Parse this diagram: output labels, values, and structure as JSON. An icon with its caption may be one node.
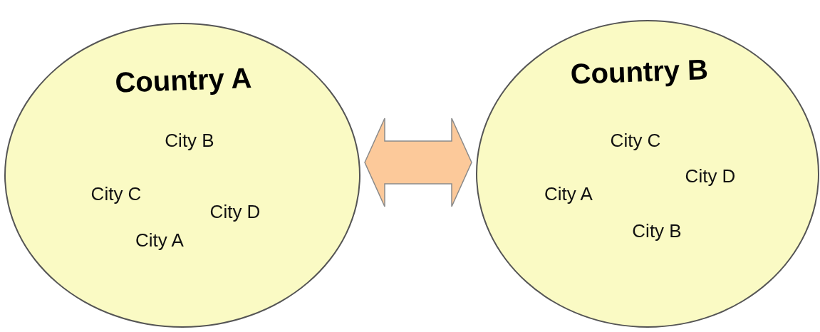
{
  "diagram": {
    "nodes": [
      {
        "text": [
          "Country A",
          "City B",
          "City C",
          "City D",
          "City A"
        ]
      },
      {
        "text": [
          "Country B",
          "City C",
          "City D",
          "City A",
          "City B"
        ]
      }
    ],
    "edges": [
      {
        "from": 0,
        "to": 1,
        "arrow": "both",
        "style": "thick"
      }
    ]
  }
}
